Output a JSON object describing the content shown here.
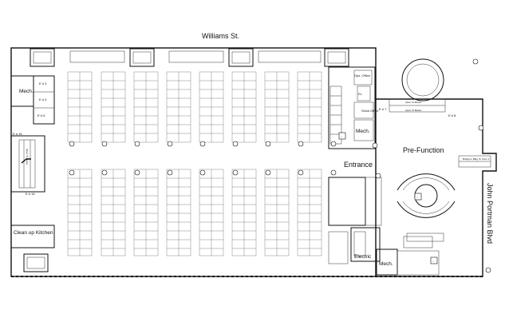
{
  "streets": {
    "north": "Williams St.",
    "east": "John Portman Blvd"
  },
  "areas": {
    "pre_function": "Pre-Function",
    "entrance": "Entrance",
    "mech_nw": "Mech.",
    "mech_east": "Mech.",
    "mech_south": "Mech.",
    "ops_office": "Ops. Office",
    "show_office": "Show Office",
    "clean_up_kitchen": "Clean up Kitchen",
    "electric": "Electric",
    "el": "EL"
  },
  "exits": {
    "e3": "E # 3",
    "e4": "E # 4",
    "e5": "E # 5",
    "e7": "E # 7",
    "e8": "E # 8",
    "e15": "E # 15",
    "e16": "E # 16"
  },
  "small_labels": {
    "open_below_west": "Open To Below",
    "open_below_prefunc_top": "Open To Below",
    "open_below_prefunc_bottom": "Open To Below",
    "bridge": "Bridge to Bldg. B, Floor 2"
  },
  "legend_icons": [
    "restroom-icon",
    "elevator-icon",
    "escalator-icon",
    "column-icon"
  ]
}
